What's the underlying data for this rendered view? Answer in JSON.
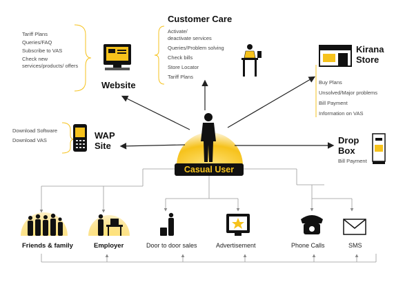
{
  "center": {
    "label": "Casual User"
  },
  "website": {
    "title": "Website",
    "items": [
      "Tariff Plans",
      "Queries/FAQ",
      "Subscribe to VAS",
      "Check new",
      "services/products/ offers"
    ]
  },
  "customer_care": {
    "title": "Customer Care",
    "items": [
      "Activate/",
      "deactivate services",
      "Queries/Problem solving",
      "Check bills",
      "Store Locator",
      "Tariff Plans"
    ]
  },
  "kirana_store": {
    "title_line1": "Kirana",
    "title_line2": "Store",
    "items": [
      "Buy Plans",
      "Unsolved/Major problems",
      "Bill Payment",
      "Information on VAS"
    ]
  },
  "wap_site": {
    "title_line1": "WAP",
    "title_line2": "Site",
    "items": [
      "Download Software",
      "Download VAS"
    ]
  },
  "drop_box": {
    "title_line1": "Drop",
    "title_line2": "Box",
    "items": [
      "Bill Payment"
    ]
  },
  "bottom": {
    "friends_family": "Friends & family",
    "employer": "Employer",
    "door_to_door": "Door to door sales",
    "advertisement": "Advertisement",
    "phone_calls": "Phone Calls",
    "sms": "SMS"
  },
  "colors": {
    "accent": "#f6c21c",
    "dark": "#111111",
    "line": "#999999"
  }
}
